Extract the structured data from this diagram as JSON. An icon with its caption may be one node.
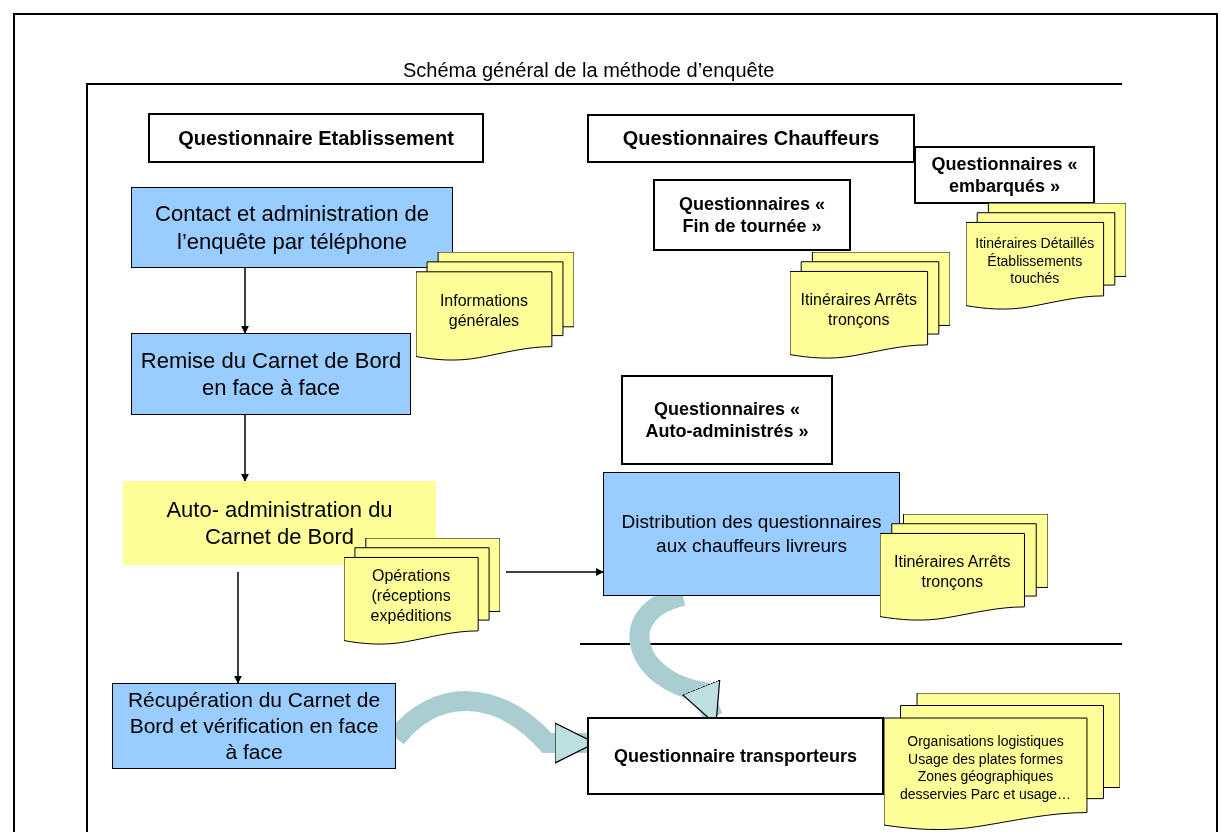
{
  "diagram": {
    "title": "Schéma général de la méthode d’enquête",
    "nodes": [
      {
        "text": [
          "Questionnaire Etablissement"
        ]
      },
      {
        "text": [
          "Contact et administration de l’enquête par téléphone"
        ]
      },
      {
        "text": [
          "Informations générales"
        ]
      },
      {
        "text": [
          "Remise du Carnet de Bord en face à face"
        ]
      },
      {
        "text": [
          "Auto- administration du Carnet de Bord"
        ]
      },
      {
        "text": [
          "Opérations (réceptions expéditions"
        ]
      },
      {
        "text": [
          "Récupération du Carnet de Bord et vérification en face à face"
        ]
      },
      {
        "text": [
          "Questionnaires Chauffeurs"
        ]
      },
      {
        "text": [
          "Questionnaires « embarqués »"
        ]
      },
      {
        "text": [
          "Questionnaires « Fin de tournée »"
        ]
      },
      {
        "text": [
          "Itinéraires Arrêts tronçons"
        ]
      },
      {
        "text": [
          "Itinéraires Détaillés Établissements touchés"
        ]
      },
      {
        "text": [
          "Questionnaires « Auto-administrés »"
        ]
      },
      {
        "text": [
          "Distribution des questionnaires aux chauffeurs livreurs"
        ]
      },
      {
        "text": [
          "Itinéraires Arrêts tronçons"
        ]
      },
      {
        "text": [
          "Questionnaire transporteurs"
        ]
      },
      {
        "text": [
          "Organisations logistiques Usage des plates formes Zones géographiques desservies Parc et usage…"
        ]
      }
    ],
    "edges": [
      {
        "from": 1,
        "to": 3,
        "arrow": "to"
      },
      {
        "from": 3,
        "to": 4,
        "arrow": "to"
      },
      {
        "from": 4,
        "to": 6,
        "arrow": "to"
      },
      {
        "from": 5,
        "to": 13,
        "arrow": "to"
      },
      {
        "from": 6,
        "to": 15,
        "arrow": "to",
        "style": "thick",
        "color": "#a9cdd0"
      },
      {
        "from": 13,
        "to": 15,
        "arrow": "to",
        "style": "thick",
        "color": "#a9cdd0"
      }
    ]
  }
}
